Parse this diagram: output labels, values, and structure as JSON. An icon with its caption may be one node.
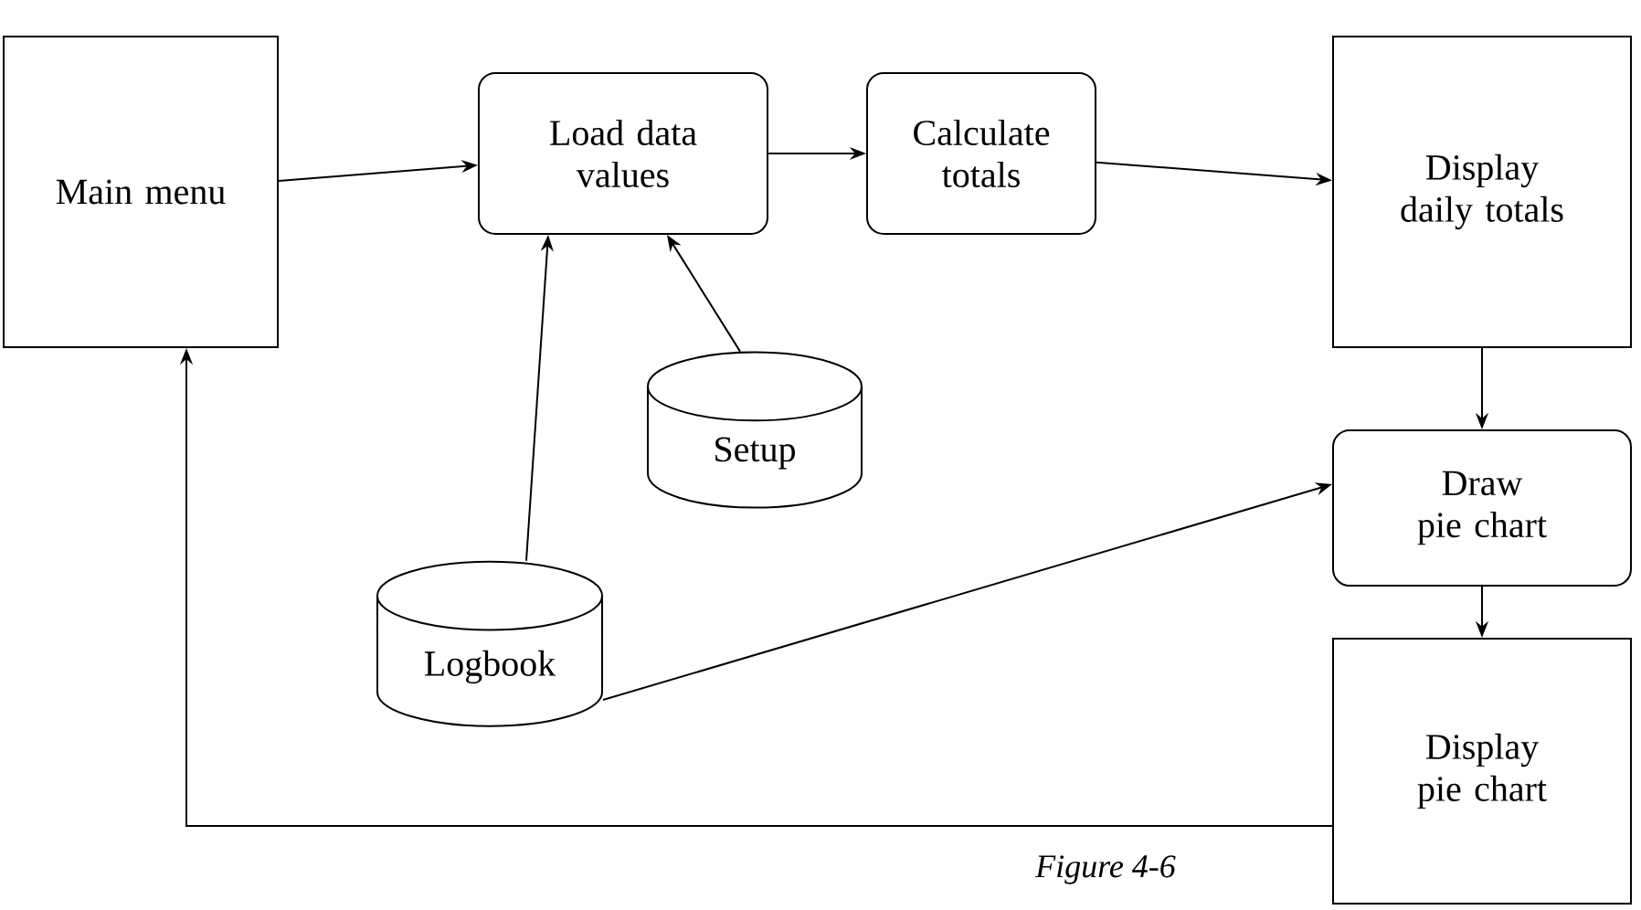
{
  "diagram": {
    "caption": "Figure 4-6",
    "nodes": [
      {
        "text": [
          "Main menu"
        ]
      },
      {
        "text": [
          "Load data values"
        ]
      },
      {
        "text": [
          "Calculate totals"
        ]
      },
      {
        "text": [
          "Display daily totals"
        ]
      },
      {
        "text": [
          "Setup"
        ]
      },
      {
        "text": [
          "Logbook"
        ]
      },
      {
        "text": [
          "Draw pie chart"
        ]
      },
      {
        "text": [
          "Display pie chart"
        ]
      }
    ],
    "edges": [
      {
        "from": 0,
        "to": 1,
        "arrow": "to"
      },
      {
        "from": 1,
        "to": 2,
        "arrow": "to"
      },
      {
        "from": 2,
        "to": 3,
        "arrow": "to"
      },
      {
        "from": 3,
        "to": 6,
        "arrow": "to"
      },
      {
        "from": 6,
        "to": 7,
        "arrow": "to"
      },
      {
        "from": 5,
        "to": 1,
        "arrow": "to"
      },
      {
        "from": 4,
        "to": 1,
        "arrow": "to"
      },
      {
        "from": 5,
        "to": 6,
        "arrow": "to"
      },
      {
        "from": 7,
        "to": 0,
        "arrow": "to"
      }
    ]
  }
}
